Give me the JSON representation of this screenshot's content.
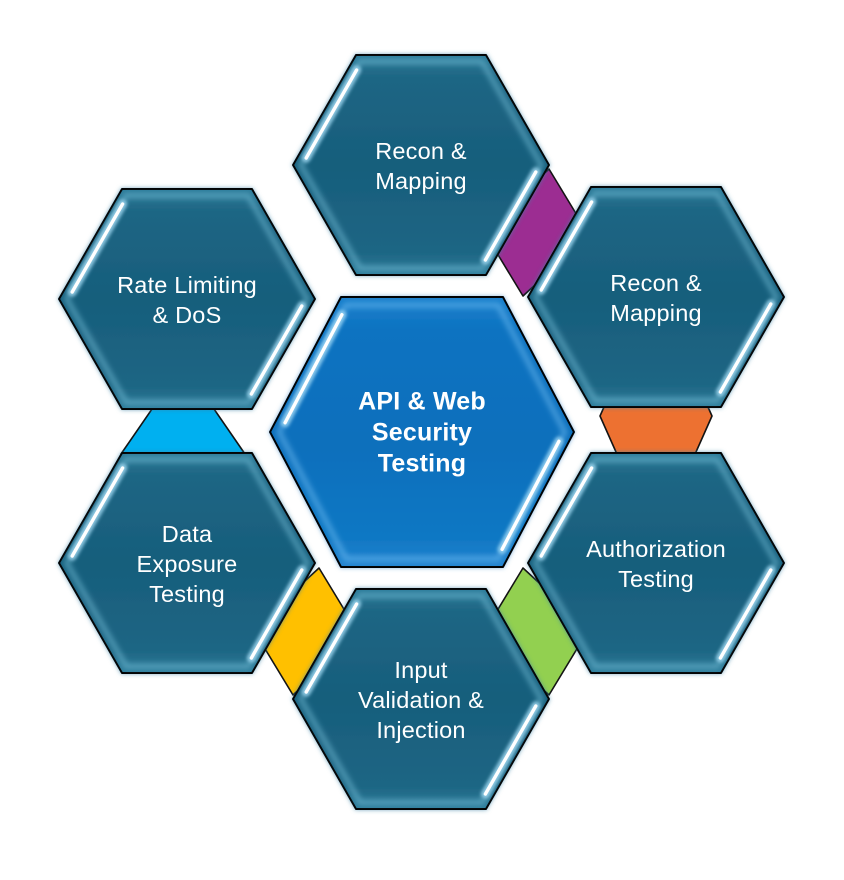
{
  "page": {
    "background": "#ffffff"
  },
  "diagram": {
    "center_hexagon": {
      "label": "API & Web\nSecurity\nTesting",
      "fill": "#0a6fbc",
      "fill_light": "#1b80cc",
      "glow": "rgba(120,195,245,0.55)",
      "shadow": "#4a90cc",
      "text_color": "#ffffff"
    },
    "outer_hexagons": [
      {
        "position": "top",
        "label": "Recon &\nMapping"
      },
      {
        "position": "top-right",
        "label": "Recon &\nMapping"
      },
      {
        "position": "right",
        "label": "Authorization\nTesting"
      },
      {
        "position": "bottom",
        "label": "Input\nValidation &\nInjection"
      },
      {
        "position": "bottom-left",
        "label": "Data\nExposure\nTesting"
      },
      {
        "position": "left",
        "label": "Rate Limiting\n& DoS"
      }
    ],
    "outer_style": {
      "fill": "#175e7c",
      "fill_light": "#2c7b99",
      "glow": "rgba(126,198,224,0.55)",
      "outline": "#000000",
      "shadow": "#3a81a3",
      "text_color": "#ffffff"
    },
    "connectors": [
      {
        "id": "purple",
        "between": [
          "top",
          "top-right"
        ],
        "color": "#9c2d92"
      },
      {
        "id": "orange",
        "between": [
          "top-right",
          "right"
        ],
        "color": "#ed7131"
      },
      {
        "id": "green",
        "between": [
          "right",
          "bottom"
        ],
        "color": "#92d050"
      },
      {
        "id": "yellow",
        "between": [
          "bottom",
          "bottom-left"
        ],
        "color": "#ffc000"
      },
      {
        "id": "cyan",
        "between": [
          "bottom-left",
          "left"
        ],
        "color": "#00b0f0"
      }
    ]
  }
}
